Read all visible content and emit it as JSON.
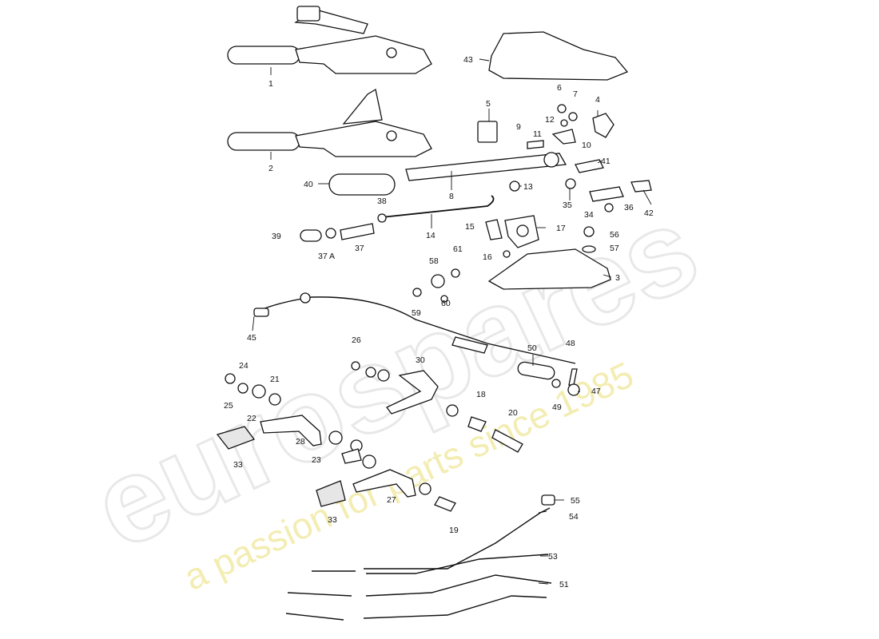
{
  "watermark": {
    "logo": "eurospares",
    "tagline": "a passion for parts since 1985"
  },
  "callouts": [
    "1",
    "2",
    "3",
    "4",
    "5",
    "6",
    "7",
    "8",
    "9",
    "10",
    "11",
    "12",
    "13",
    "14",
    "15",
    "16",
    "17",
    "18",
    "19",
    "20",
    "21",
    "22",
    "23",
    "24",
    "25",
    "26",
    "27",
    "28",
    "30",
    "33",
    "34",
    "35",
    "36",
    "37",
    "37 A",
    "38",
    "39",
    "40",
    "41",
    "42",
    "43",
    "45",
    "47",
    "48",
    "49",
    "50",
    "51",
    "53",
    "54",
    "55",
    "56",
    "57",
    "58",
    "59",
    "60",
    "61"
  ]
}
